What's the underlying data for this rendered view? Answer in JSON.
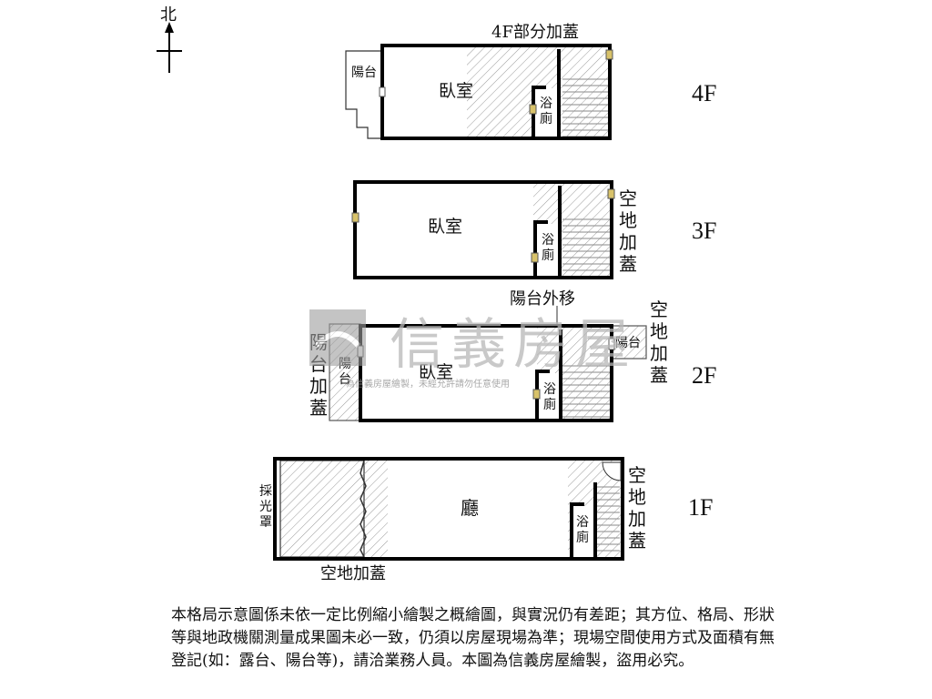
{
  "compass": {
    "label": "北"
  },
  "floors": {
    "f4": {
      "label": "4F",
      "note": "4F部分加蓋",
      "room": "臥室",
      "balcony": "陽台",
      "bath": "浴廁"
    },
    "f3": {
      "label": "3F",
      "room": "臥室",
      "bath": "浴廁",
      "side_note": "空地加蓋"
    },
    "f2": {
      "label": "2F",
      "room": "臥室",
      "bath": "浴廁",
      "balcony_left": "陽台",
      "balcony_right": "陽台",
      "left_note": "陽台加蓋",
      "right_note": "空地加蓋",
      "top_note": "陽台外移"
    },
    "f1": {
      "label": "1F",
      "room": "廳",
      "bath": "浴廁",
      "skylight": "採光罩",
      "side_note": "空地加蓋",
      "bottom_note": "空地加蓋"
    }
  },
  "watermark": {
    "brand": "信義房屋",
    "note": "為信義房屋繪製，未經允許請勿任意使用"
  },
  "disclaimer": "本格局示意圖係未依一定比例縮小繪製之概繪圖，與實況仍有差距；其方位、格局、形狀等與地政機關測量成果圖未必一致，仍須以房屋現場為準；現場空間使用方式及面積有無登記(如：露台、陽台等)，請洽業務人員。本圖為信義房屋繪製，盜用必究。"
}
